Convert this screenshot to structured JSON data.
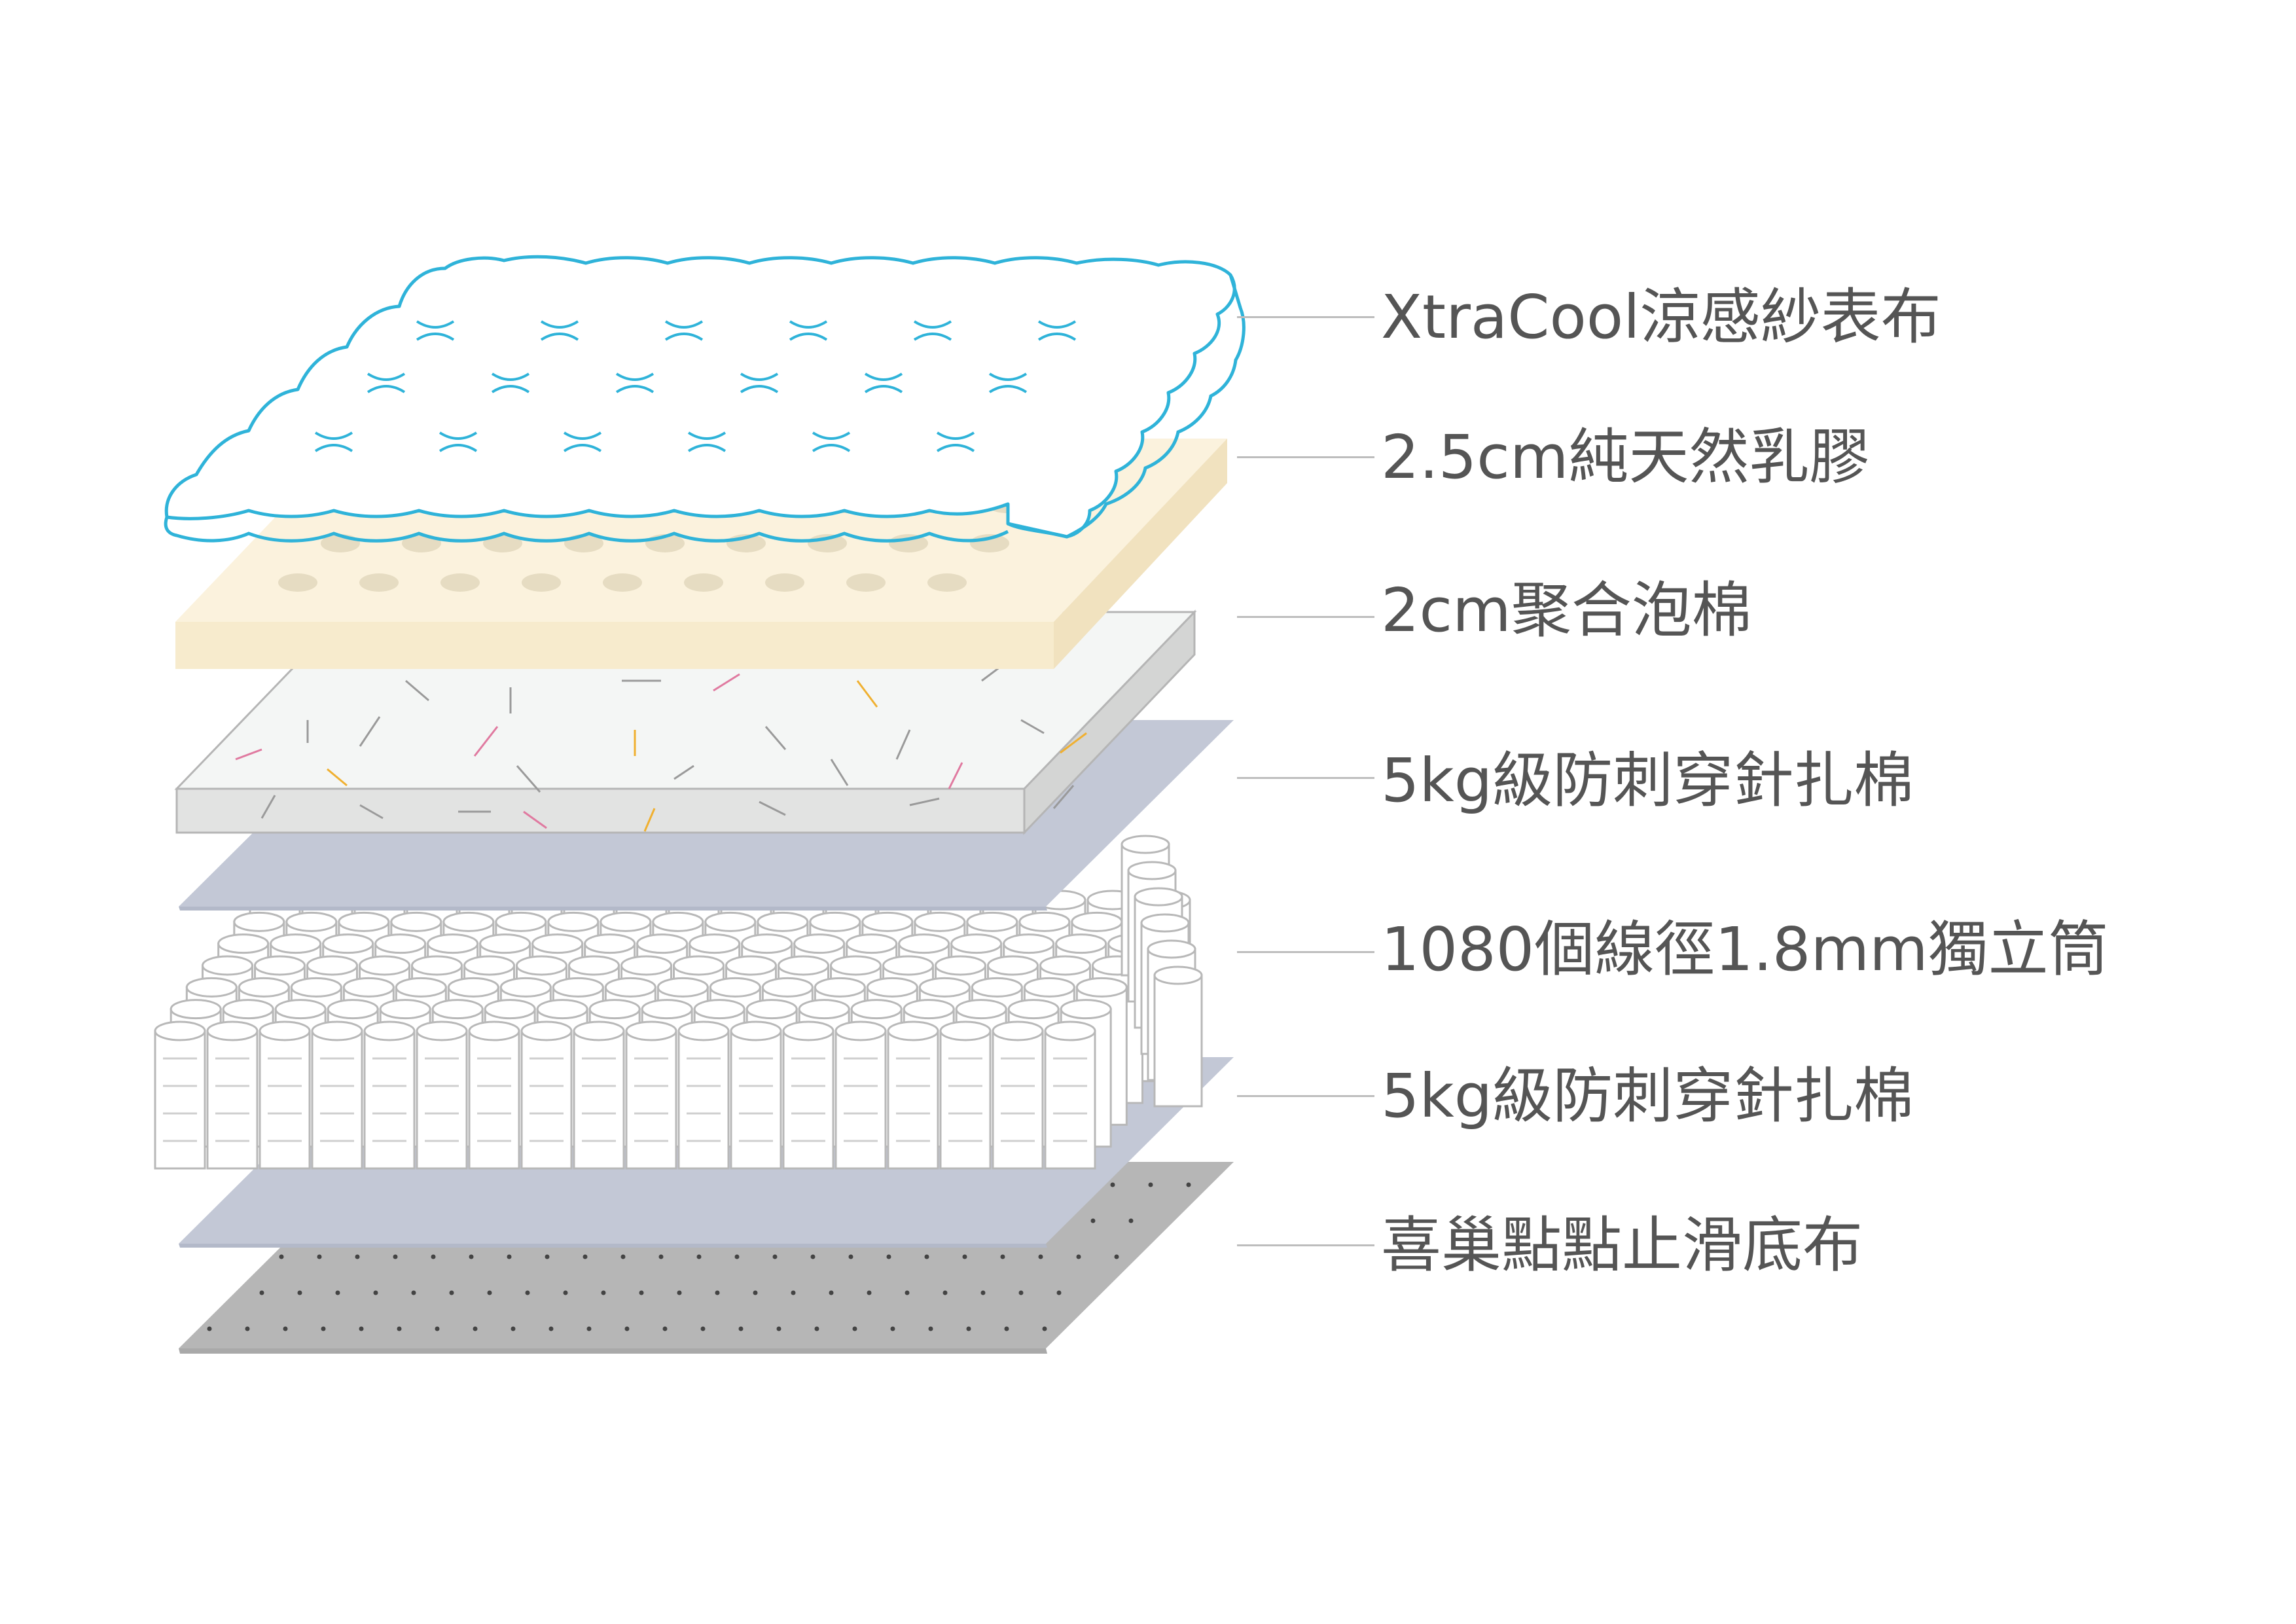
{
  "layers": [
    {
      "id": "cover",
      "label": "XtraCool涼感紗表布"
    },
    {
      "id": "latex",
      "label": "2.5cm純天然乳膠"
    },
    {
      "id": "foam",
      "label": "2cm聚合泡棉"
    },
    {
      "id": "felt-top",
      "label": "5kg級防刺穿針扎棉"
    },
    {
      "id": "springs",
      "label": "1080個線徑1.8mm獨立筒"
    },
    {
      "id": "felt-bottom",
      "label": "5kg級防刺穿針扎棉"
    },
    {
      "id": "base",
      "label": "喜巢點點止滑底布"
    }
  ],
  "colors": {
    "cover_stroke": "#2fb3d9",
    "latex": "#fbf2dd",
    "latex_holes": "#e6dcc2",
    "foam": "#f4f6f5",
    "foam_side": "#e2e3e2",
    "felt": "#c3c8d6",
    "spring_stroke": "#b8b8b8",
    "base": "#b6b6b6",
    "base_dots": "#444444",
    "label_text": "#555555",
    "leader": "#bdbdbd"
  }
}
